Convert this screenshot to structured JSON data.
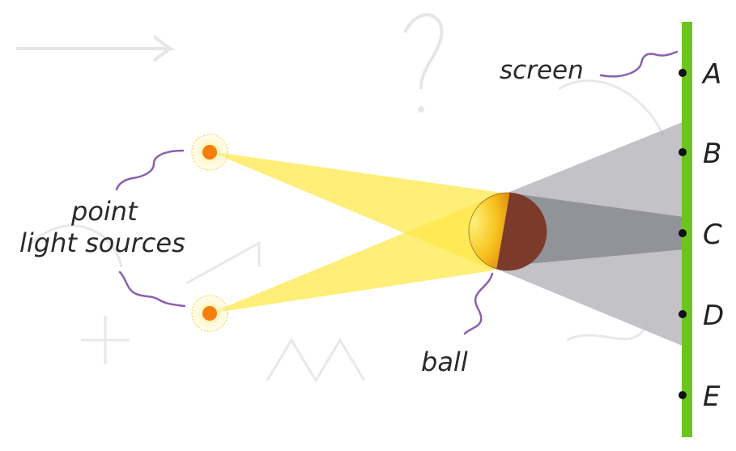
{
  "labels": {
    "screen": "screen",
    "sources_line1": "point",
    "sources_line2": "light sources",
    "ball": "ball"
  },
  "screen_points": [
    "A",
    "B",
    "C",
    "D",
    "E"
  ],
  "colors": {
    "screen": "#6cc51e",
    "light_cone": "#ffe84a",
    "source_core": "#f57e0c",
    "source_halo": "#fff2a0",
    "shadow_light": "#b9b9bd",
    "shadow_dark": "#8a8a90",
    "ball_shadow_side": "#7b3a2a",
    "ball_lit_side": "#f6b81a",
    "leader_line": "#8a5fb0"
  },
  "icons": {
    "light_source": "light-source-icon",
    "ball": "ball-icon"
  }
}
